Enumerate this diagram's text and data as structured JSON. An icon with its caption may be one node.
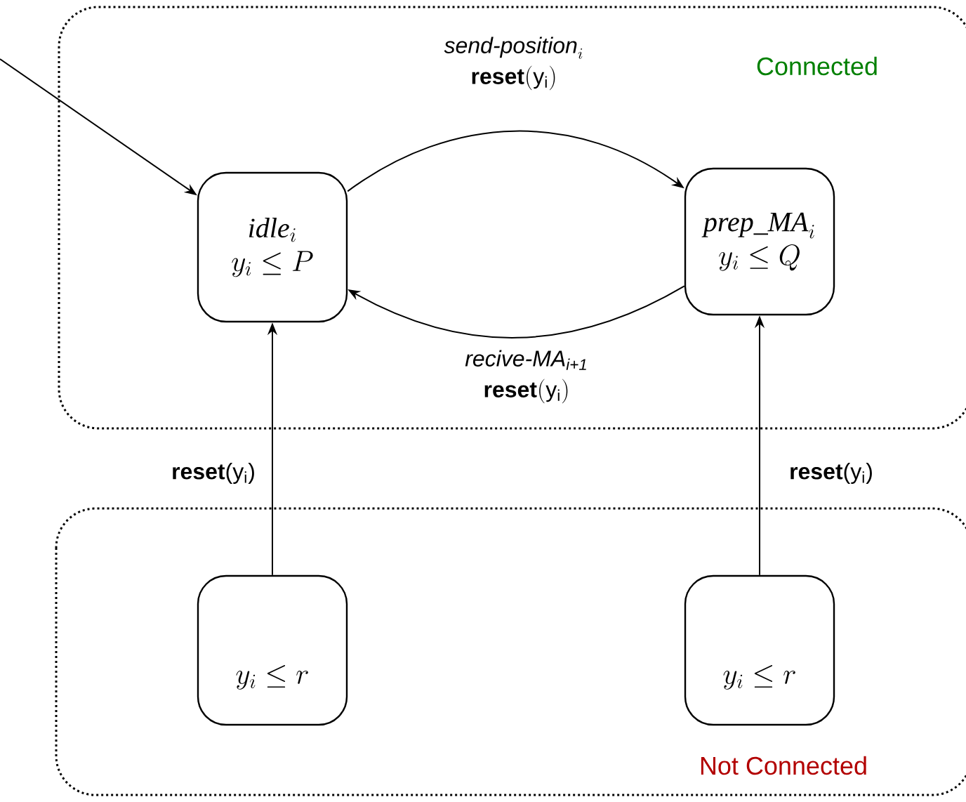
{
  "diagram": {
    "nodes": [
      {
        "text": [
          "Connected"
        ]
      },
      {
        "text": [
          "\\textit{idle}_i",
          "y_i \\leq P"
        ],
        "in": 0
      },
      {
        "text": [
          "\\textit{prep\\_MA}_i",
          "y_i \\leq Q"
        ],
        "in": 0
      },
      {
        "text": [
          "Not Connected"
        ]
      },
      {
        "text": [
          "y_i \\leq r"
        ],
        "in": 3
      },
      {
        "text": [
          "y_i \\leq r"
        ],
        "in": 3
      }
    ],
    "edges": [
      {
        "from": null,
        "to": 1,
        "arrow": "to"
      },
      {
        "from": 1,
        "to": 2,
        "arrow": "to",
        "label": "\\begin{gathered}\\textit{send-position}_i\\\\ \\textsf{\\textbf{reset}}(\\mathsf{y}_\\mathsf{i})\\end{gathered}"
      },
      {
        "from": 2,
        "to": 1,
        "arrow": "to",
        "label": "\\begin{gathered}\\textit{recive-MA}_{\\textit{i+1}}\\\\ \\textsf{\\textbf{reset}}(\\mathsf{y}_\\mathsf{i})\\end{gathered}"
      },
      {
        "from": 4,
        "to": 1,
        "arrow": "to",
        "label": "**reset**(y$_{i}$)"
      },
      {
        "from": 5,
        "to": 2,
        "arrow": "to",
        "label": "**reset**(y$_{i}$)"
      }
    ]
  }
}
